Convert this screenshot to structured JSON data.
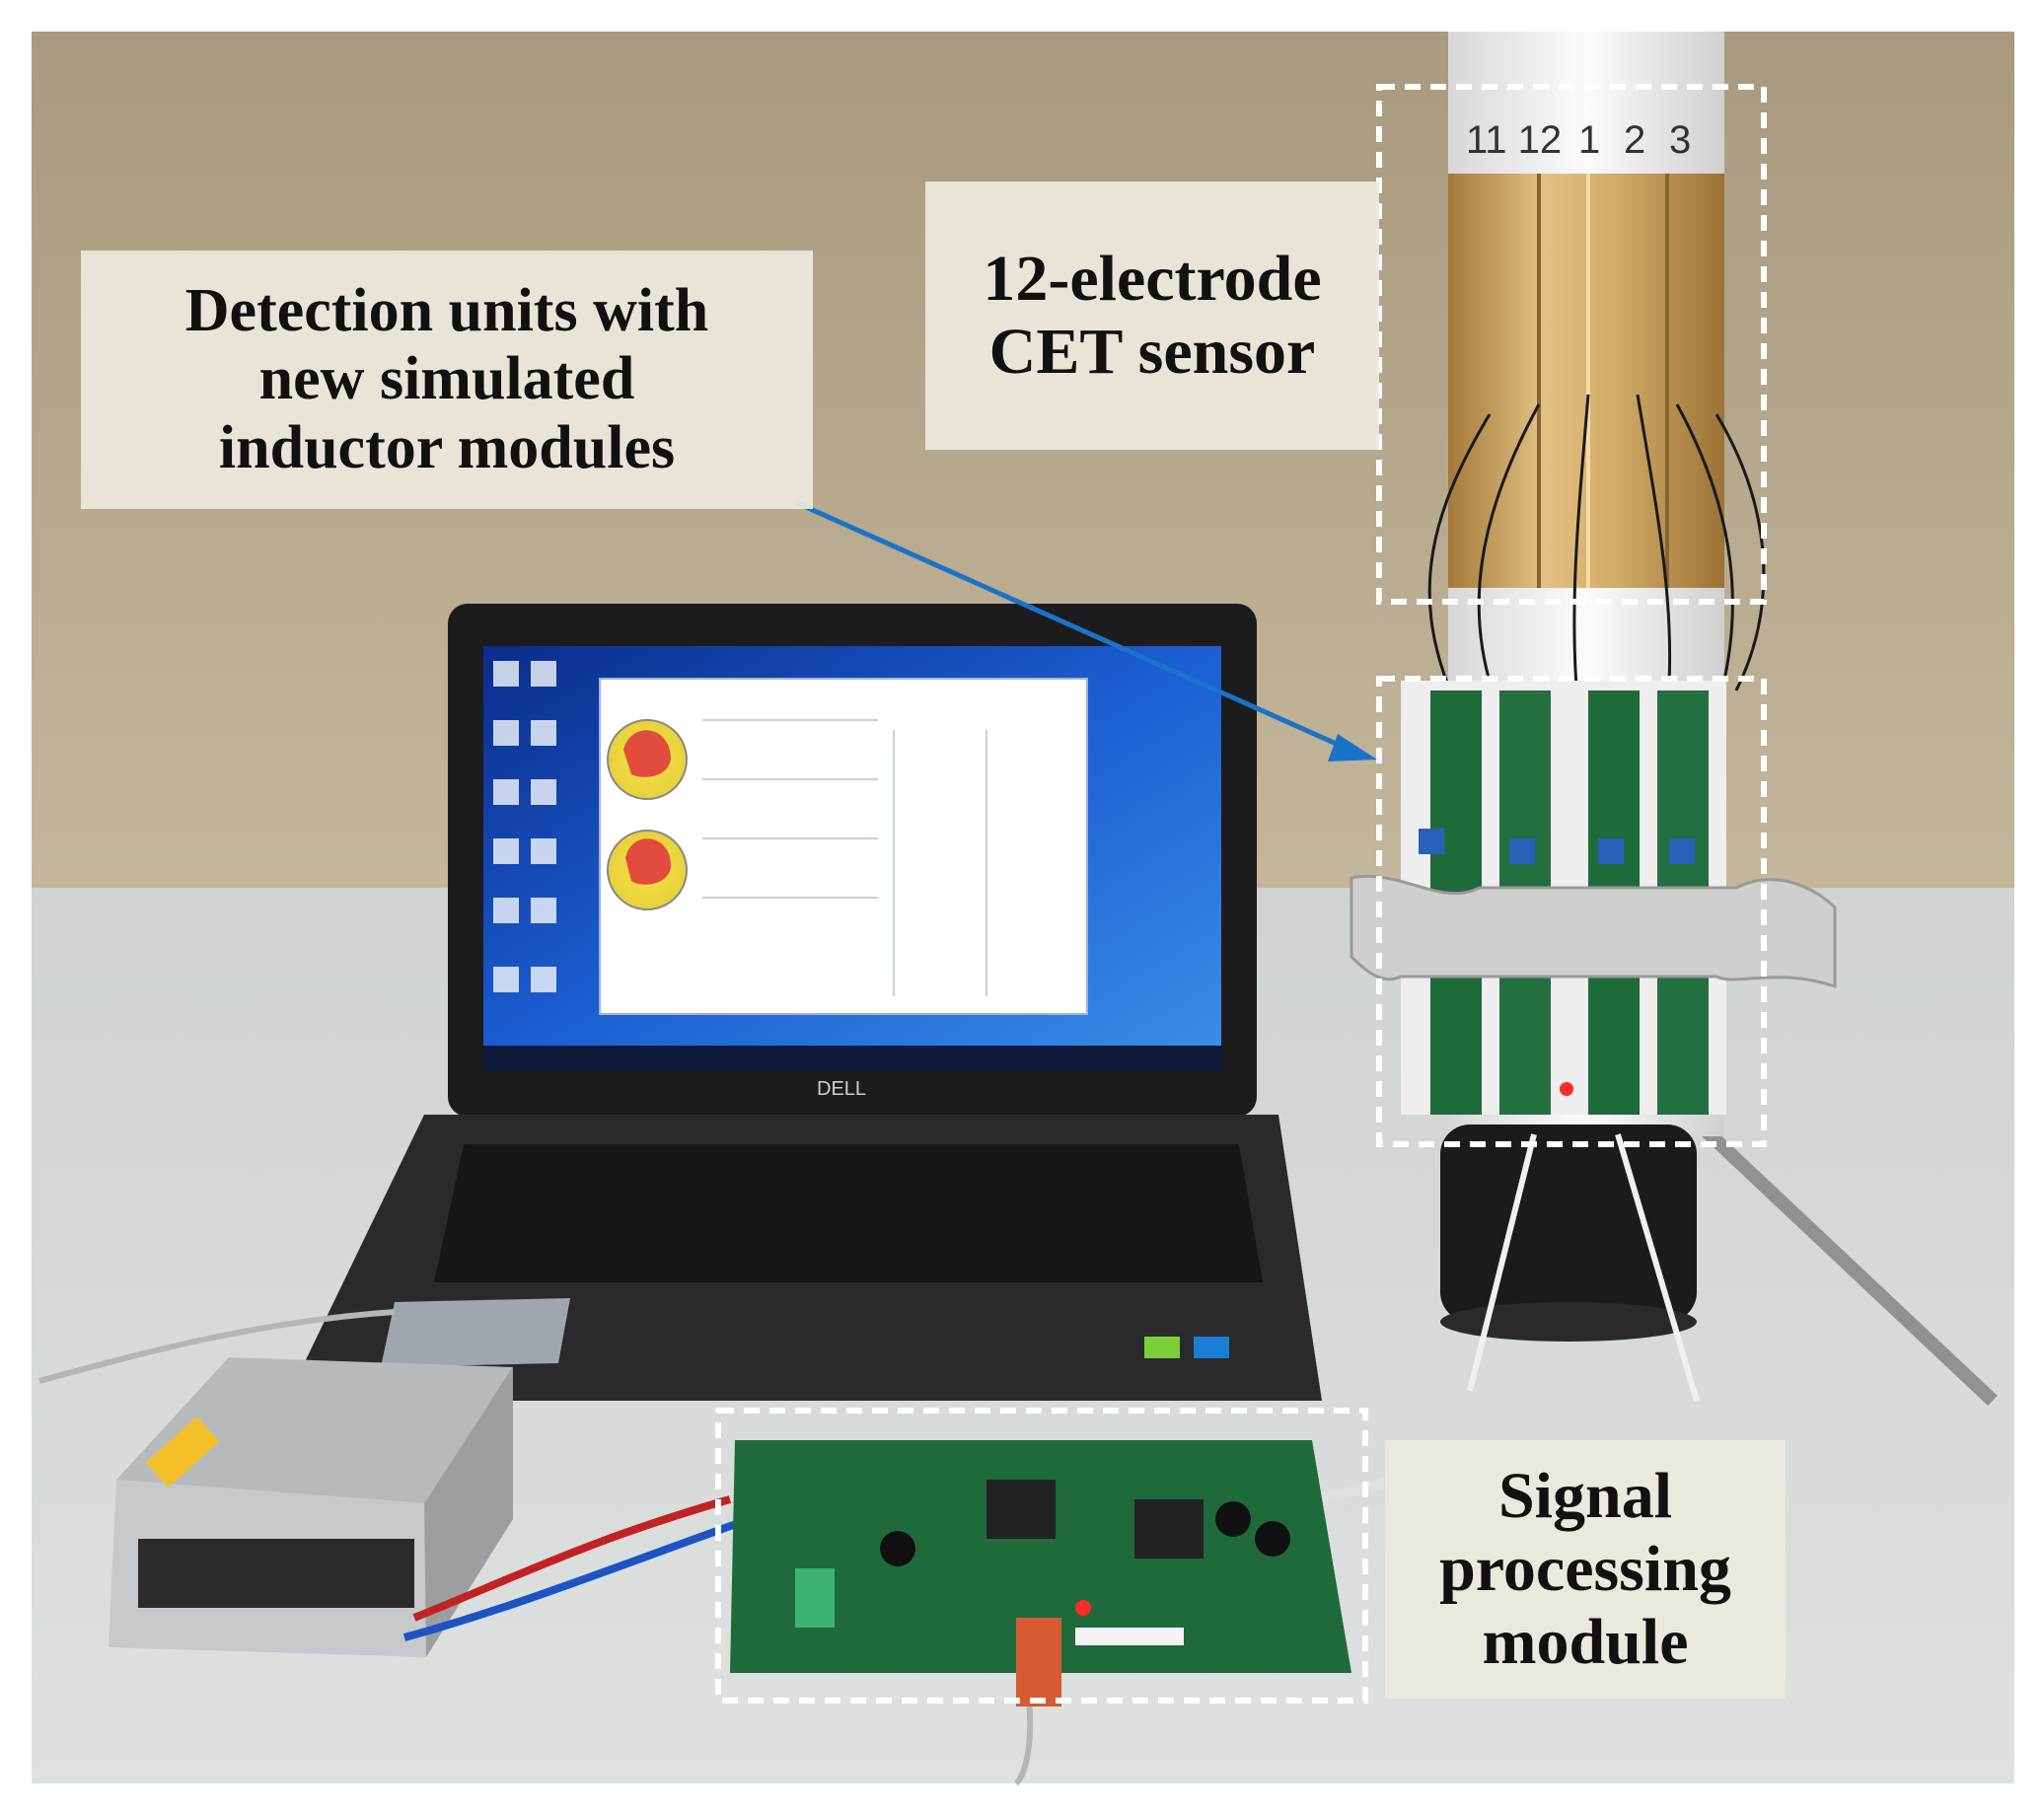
{
  "labels": {
    "detection": {
      "line1": "Detection units with",
      "line2": "new simulated",
      "line3": "inductor modules"
    },
    "cet_sensor": {
      "line1": "12-electrode",
      "line2": "CET sensor"
    },
    "signal_processing": {
      "line1": "Signal",
      "line2": "processing",
      "line3": "module"
    }
  },
  "laptop": {
    "brand": "DELL"
  },
  "sensor_electrode_numbers": [
    "11",
    "12",
    "1",
    "2",
    "3"
  ],
  "colors": {
    "callout_dashed_box": "#ffffff",
    "pointer_arrow": "#1a73c9",
    "label_background": "#ece8de",
    "wall": "#b9ab8e",
    "table": "#d4d8d7",
    "copper_electrode": "#c9a25e",
    "pcb_green": "#1f6a3a"
  }
}
